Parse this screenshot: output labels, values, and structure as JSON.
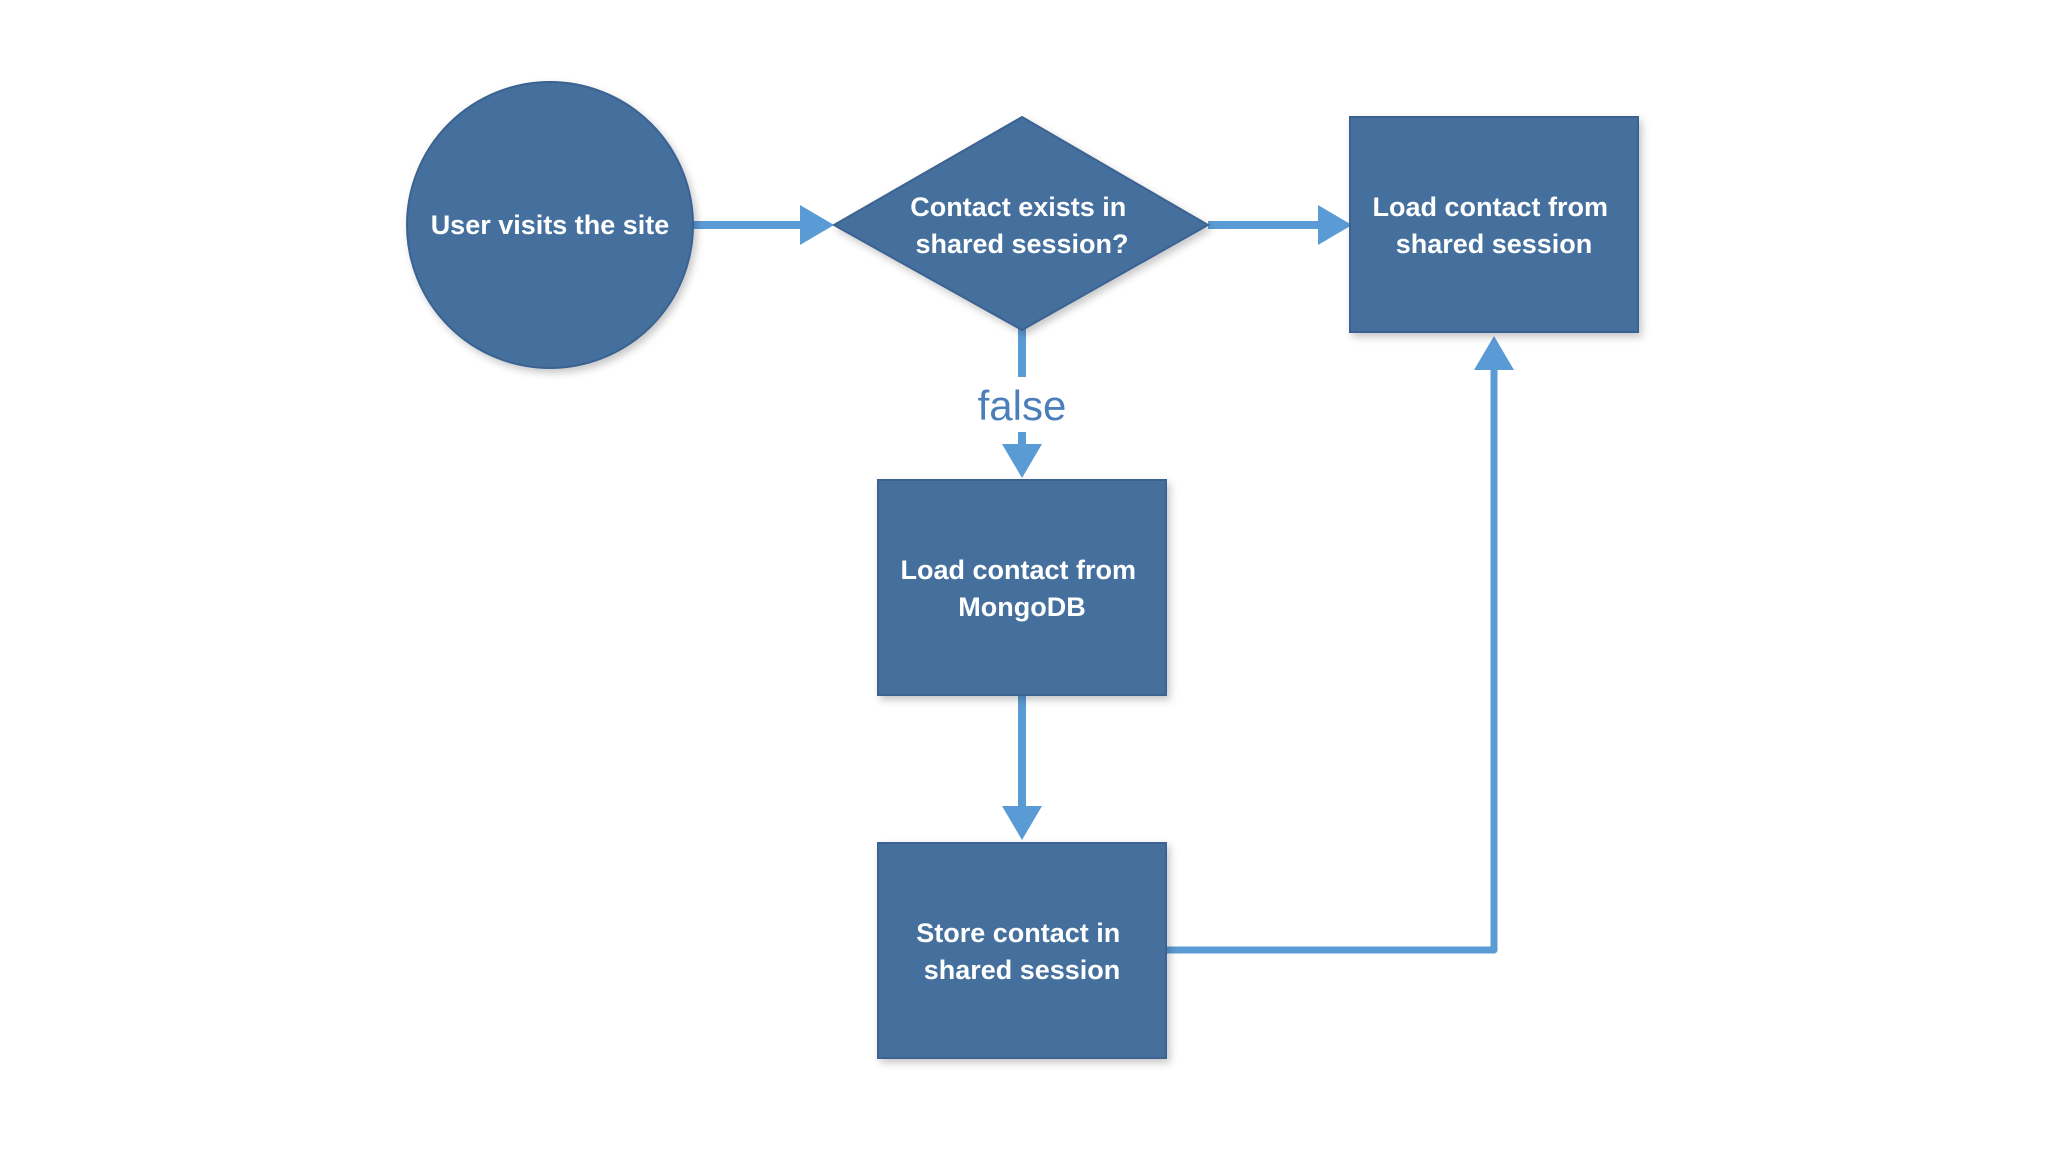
{
  "colors": {
    "node_fill": "#44709e",
    "node_border": "#3a6290",
    "arrow": "#5b9bd5",
    "background": "#ffffff",
    "label": "#4a7fba"
  },
  "nodes": {
    "start": {
      "shape": "circle",
      "lines": [
        "User visits the site"
      ]
    },
    "decision": {
      "shape": "diamond",
      "lines": [
        "Contact exists in",
        "shared session?"
      ]
    },
    "load_session": {
      "shape": "rectangle",
      "lines": [
        "Load contact from",
        "shared session"
      ]
    },
    "load_mongo": {
      "shape": "rectangle",
      "lines": [
        "Load contact from",
        "MongoDB"
      ]
    },
    "store_session": {
      "shape": "rectangle",
      "lines": [
        "Store contact in",
        "shared session"
      ]
    }
  },
  "edges": {
    "start_to_decision": {
      "from": "start",
      "to": "decision",
      "label": ""
    },
    "decision_to_load_session": {
      "from": "decision",
      "to": "load_session",
      "label": ""
    },
    "decision_to_load_mongo": {
      "from": "decision",
      "to": "load_mongo",
      "label": "false"
    },
    "load_mongo_to_store": {
      "from": "load_mongo",
      "to": "store_session",
      "label": ""
    },
    "store_to_load_session": {
      "from": "store_session",
      "to": "load_session",
      "label": ""
    }
  }
}
